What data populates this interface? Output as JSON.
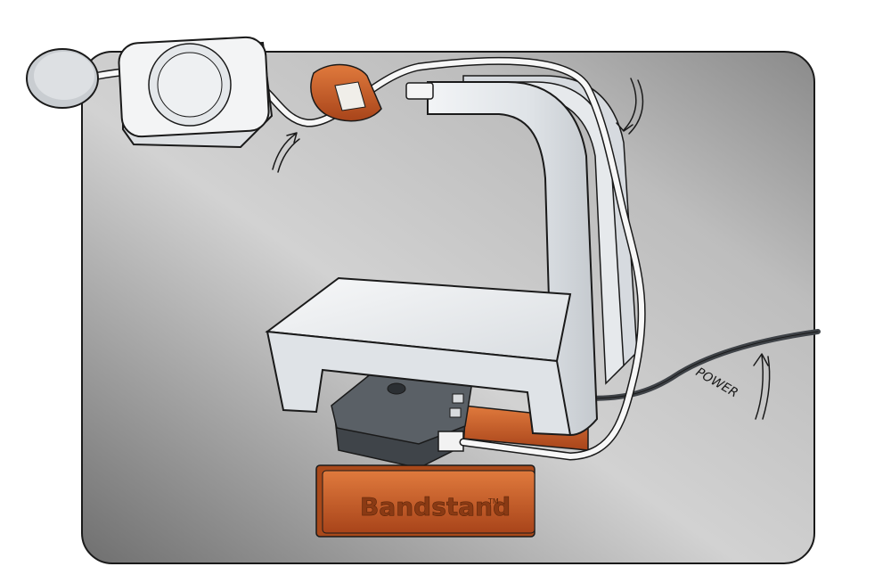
{
  "sketch": {
    "annotations": {
      "power_label": "POWER"
    },
    "plate": {
      "brand": "Bandstand",
      "trademark": "TM"
    }
  },
  "colors": {
    "panel_light": "#cfcfcf",
    "panel_dark": "#777777",
    "stand_white": "#e9ecef",
    "orange": "#c4571d",
    "dark_gray_device": "#4a4f55",
    "cable_gray": "#3e4247"
  }
}
